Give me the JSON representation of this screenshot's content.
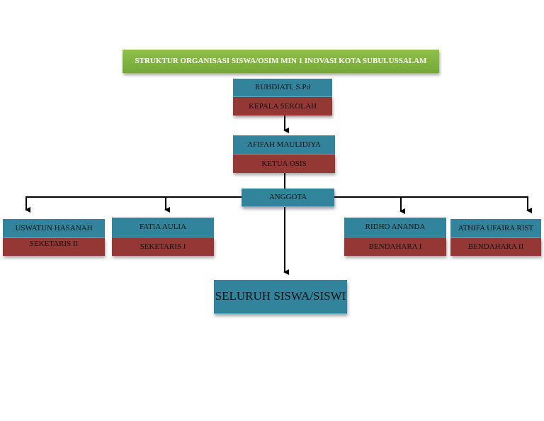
{
  "title": "STRUKTUR ORGANISASI SISWA/OSIM MIN 1 INOVASI KOTA SUBULUSSALAM",
  "head": {
    "name": "RUHDIATI, S.Pd",
    "role": "KEPALA SEKOLAH"
  },
  "chair": {
    "name": "AFIFAH MAULIDIYA",
    "role": "KETUA OSIS"
  },
  "members_label": "ANGGOTA",
  "officers": [
    {
      "name": "USWATUN HASANAH",
      "role": "SEKETARIS II"
    },
    {
      "name": "FATIA AULIA",
      "role": "SEKETARIS I"
    },
    {
      "name": "RIDHO ANANDA",
      "role": "BENDAHARA I"
    },
    {
      "name": "ATHIFA UFAIRA RIST",
      "role": "BENDAHARA II"
    }
  ],
  "students": "SELURUH SISWA/SISWI",
  "colors": {
    "green": "#79ae38",
    "teal": "#31849b",
    "red": "#953735"
  }
}
